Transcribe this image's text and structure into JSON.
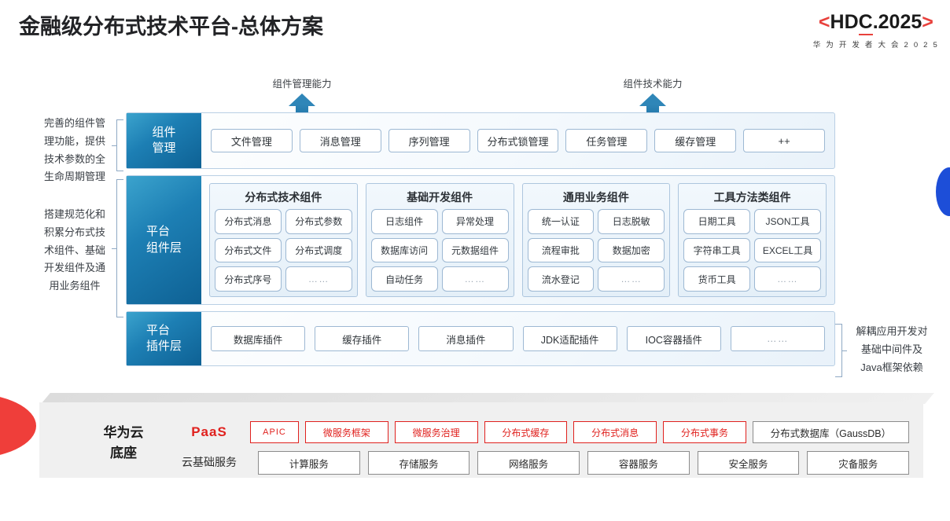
{
  "header": {
    "title": "金融级分布式技术平台-总体方案",
    "logo_left_bracket": "<",
    "logo_text_a": "HD",
    "logo_text_c": "C",
    "logo_text_b": ".2025",
    "logo_right_bracket": ">",
    "logo_sub": "华 为 开 发 者 大 会 2 0 2 5",
    "accent_red": "#e8413c"
  },
  "capabilities": [
    {
      "label": "组件管理能力"
    },
    {
      "label": "组件技术能力"
    }
  ],
  "annotations": {
    "left_top": "完善的组件管\n理功能，提供\n技术参数的全\n生命周期管理",
    "left_bottom": "搭建规范化和\n积累分布式技\n术组件、基础\n开发组件及通\n用业务组件",
    "right": "解耦应用开发对\n基础中间件及\nJava框架依赖"
  },
  "component_management": {
    "label": "组件\n管理",
    "items": [
      "文件管理",
      "消息管理",
      "序列管理",
      "分布式锁管理",
      "任务管理",
      "缓存管理",
      "++"
    ]
  },
  "platform_component_layer": {
    "label": "平台\n组件层",
    "groups": [
      {
        "title": "分布式技术组件",
        "items": [
          "分布式消息",
          "分布式参数",
          "分布式文件",
          "分布式调度",
          "分布式序号",
          "……"
        ]
      },
      {
        "title": "基础开发组件",
        "items": [
          "日志组件",
          "异常处理",
          "数据库访问",
          "元数据组件",
          "自动任务",
          "……"
        ]
      },
      {
        "title": "通用业务组件",
        "items": [
          "统一认证",
          "日志脱敏",
          "流程审批",
          "数据加密",
          "流水登记",
          "……"
        ]
      },
      {
        "title": "工具方法类组件",
        "items": [
          "日期工具",
          "JSON工具",
          "字符串工具",
          "EXCEL工具",
          "货币工具",
          "……"
        ]
      }
    ]
  },
  "platform_plugin_layer": {
    "label": "平台\n插件层",
    "items": [
      "数据库插件",
      "缓存插件",
      "消息插件",
      "JDK适配插件",
      "IOC容器插件",
      "……"
    ]
  },
  "huawei_cloud_base": {
    "title": "华为云\n底座",
    "paas_label": "PaaS",
    "cloud_label": "云基础服务",
    "paas_items": [
      {
        "label": "APIC",
        "style": "red"
      },
      {
        "label": "微服务框架",
        "style": "red"
      },
      {
        "label": "微服务治理",
        "style": "red"
      },
      {
        "label": "分布式缓存",
        "style": "red"
      },
      {
        "label": "分布式消息",
        "style": "red"
      },
      {
        "label": "分布式事务",
        "style": "red"
      },
      {
        "label": "分布式数据库（GaussDB）",
        "style": "neutral"
      }
    ],
    "cloud_items": [
      "计算服务",
      "存储服务",
      "网络服务",
      "容器服务",
      "安全服务",
      "灾备服务"
    ]
  }
}
